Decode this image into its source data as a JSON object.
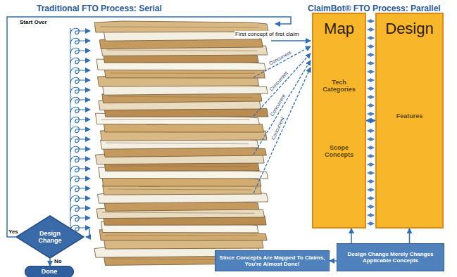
{
  "diagram": {
    "nodes": [
      {
        "text": [
          "Design Change"
        ]
      },
      {
        "text": [
          "Done"
        ]
      },
      {
        "text": [
          "Map",
          "Tech Categories",
          "Scope Concepts"
        ]
      },
      {
        "text": [
          "Design",
          "Features"
        ]
      },
      {
        "text": [
          "Since Concepts Are Mapped To Claims, You're Almost Done!"
        ]
      },
      {
        "text": [
          "Design Change Merely Changes Applicable Concepts"
        ]
      }
    ],
    "edges": [
      {
        "from": 0,
        "to": 1,
        "arrow": "to",
        "label": "No"
      },
      {
        "from": 2,
        "to": 3,
        "arrow": "both"
      },
      {
        "from": 5,
        "to": 4,
        "arrow": "to"
      },
      {
        "from": 5,
        "to": 2,
        "arrow": "to"
      },
      {
        "from": 5,
        "to": 3,
        "arrow": "to"
      }
    ],
    "labels": [
      "Traditional FTO Process: Serial",
      "ClaimBot® FTO Process: Parallel",
      "Start Over",
      "Yes",
      "First concept of first claim",
      "Concurrent",
      "Concurrent",
      "Concurrent",
      "Concurrent"
    ]
  }
}
